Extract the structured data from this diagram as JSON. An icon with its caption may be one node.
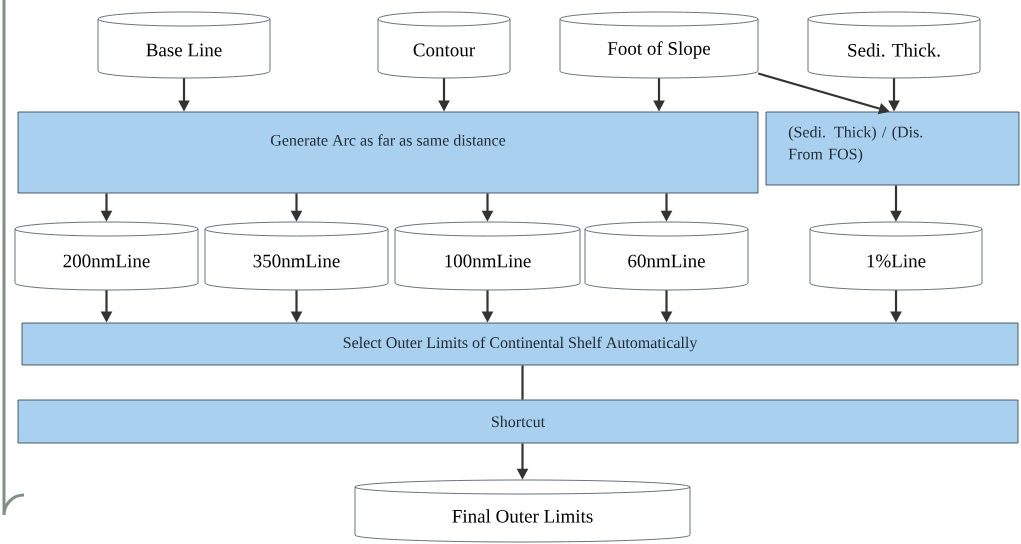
{
  "diagram": {
    "nodes": [
      {
        "text": [
          "Base Line"
        ]
      },
      {
        "text": [
          "Contour"
        ]
      },
      {
        "text": [
          "Foot of Slope"
        ]
      },
      {
        "text": [
          "Sedi. Thick."
        ]
      },
      {
        "text": [
          "Generate Arc as far as same distance"
        ]
      },
      {
        "text": [
          "(Sedi. Thick) / (Dis. From FOS)"
        ]
      },
      {
        "text": [
          "200nmLine"
        ]
      },
      {
        "text": [
          "350nmLine"
        ]
      },
      {
        "text": [
          "100nmLine"
        ]
      },
      {
        "text": [
          "60nmLine"
        ]
      },
      {
        "text": [
          "1%Line"
        ]
      },
      {
        "text": [
          "Select Outer Limits of Continental Shelf Automatically"
        ]
      },
      {
        "text": [
          "Shortcut"
        ]
      },
      {
        "text": [
          "Final Outer Limits"
        ]
      }
    ],
    "edges": [
      {
        "from": 0,
        "to": 4,
        "arrow": "to"
      },
      {
        "from": 1,
        "to": 4,
        "arrow": "to"
      },
      {
        "from": 2,
        "to": 4,
        "arrow": "to"
      },
      {
        "from": 2,
        "to": 5,
        "arrow": "to"
      },
      {
        "from": 3,
        "to": 5,
        "arrow": "to"
      },
      {
        "from": 4,
        "to": 6,
        "arrow": "to"
      },
      {
        "from": 4,
        "to": 7,
        "arrow": "to"
      },
      {
        "from": 4,
        "to": 8,
        "arrow": "to"
      },
      {
        "from": 4,
        "to": 9,
        "arrow": "to"
      },
      {
        "from": 5,
        "to": 10,
        "arrow": "to"
      },
      {
        "from": 6,
        "to": 11,
        "arrow": "to"
      },
      {
        "from": 7,
        "to": 11,
        "arrow": "to"
      },
      {
        "from": 8,
        "to": 11,
        "arrow": "to"
      },
      {
        "from": 9,
        "to": 11,
        "arrow": "to"
      },
      {
        "from": 10,
        "to": 11,
        "arrow": "to"
      },
      {
        "from": 11,
        "to": 12,
        "arrow": "none"
      },
      {
        "from": 12,
        "to": 13,
        "arrow": "to"
      }
    ]
  }
}
